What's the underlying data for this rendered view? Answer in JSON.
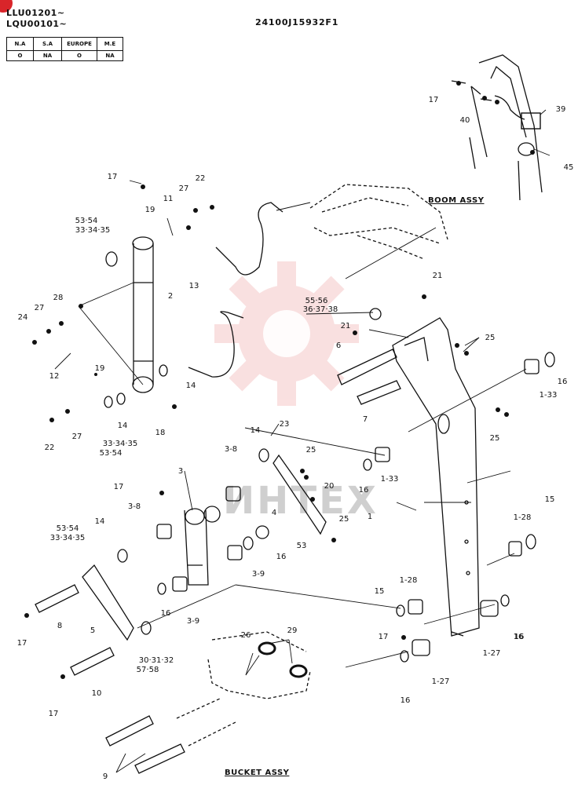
{
  "header": {
    "serial_1": "LLU01201~",
    "serial_2": "LQU00101~",
    "doc_number": "24100J15932F1"
  },
  "region_table": {
    "headers": [
      "N.A",
      "S.A",
      "EUROPE",
      "M.E"
    ],
    "values": [
      "O",
      "NA",
      "O",
      "NA"
    ]
  },
  "assemblies": {
    "boom": "BOOM ASSY",
    "bucket": "BUCKET ASSY"
  },
  "watermark": {
    "text": "ИНТЕХ",
    "color": "#e35a5a"
  },
  "callouts": [
    "17",
    "40",
    "39",
    "45",
    "17",
    "22",
    "27",
    "11",
    "19",
    "53·54",
    "33·34·35",
    "2",
    "13",
    "28",
    "27",
    "24",
    "12",
    "19",
    "14",
    "18",
    "14",
    "33·34·35",
    "53·54",
    "22",
    "27",
    "55·56",
    "36·37·38",
    "21",
    "21",
    "6",
    "7",
    "25",
    "16",
    "1-33",
    "25",
    "14",
    "23",
    "3-8",
    "25",
    "4",
    "16",
    "1-33",
    "20",
    "25",
    "53",
    "16",
    "3",
    "17",
    "3-8",
    "14",
    "53·54",
    "33·34·35",
    "3-9",
    "16",
    "3-9",
    "1",
    "15",
    "1-28",
    "1-28",
    "15",
    "16",
    "8",
    "17",
    "5",
    "30·31·32",
    "57·58",
    "10",
    "17",
    "26",
    "29",
    "17",
    "16",
    "1-27",
    "1-27",
    "16",
    "9"
  ]
}
